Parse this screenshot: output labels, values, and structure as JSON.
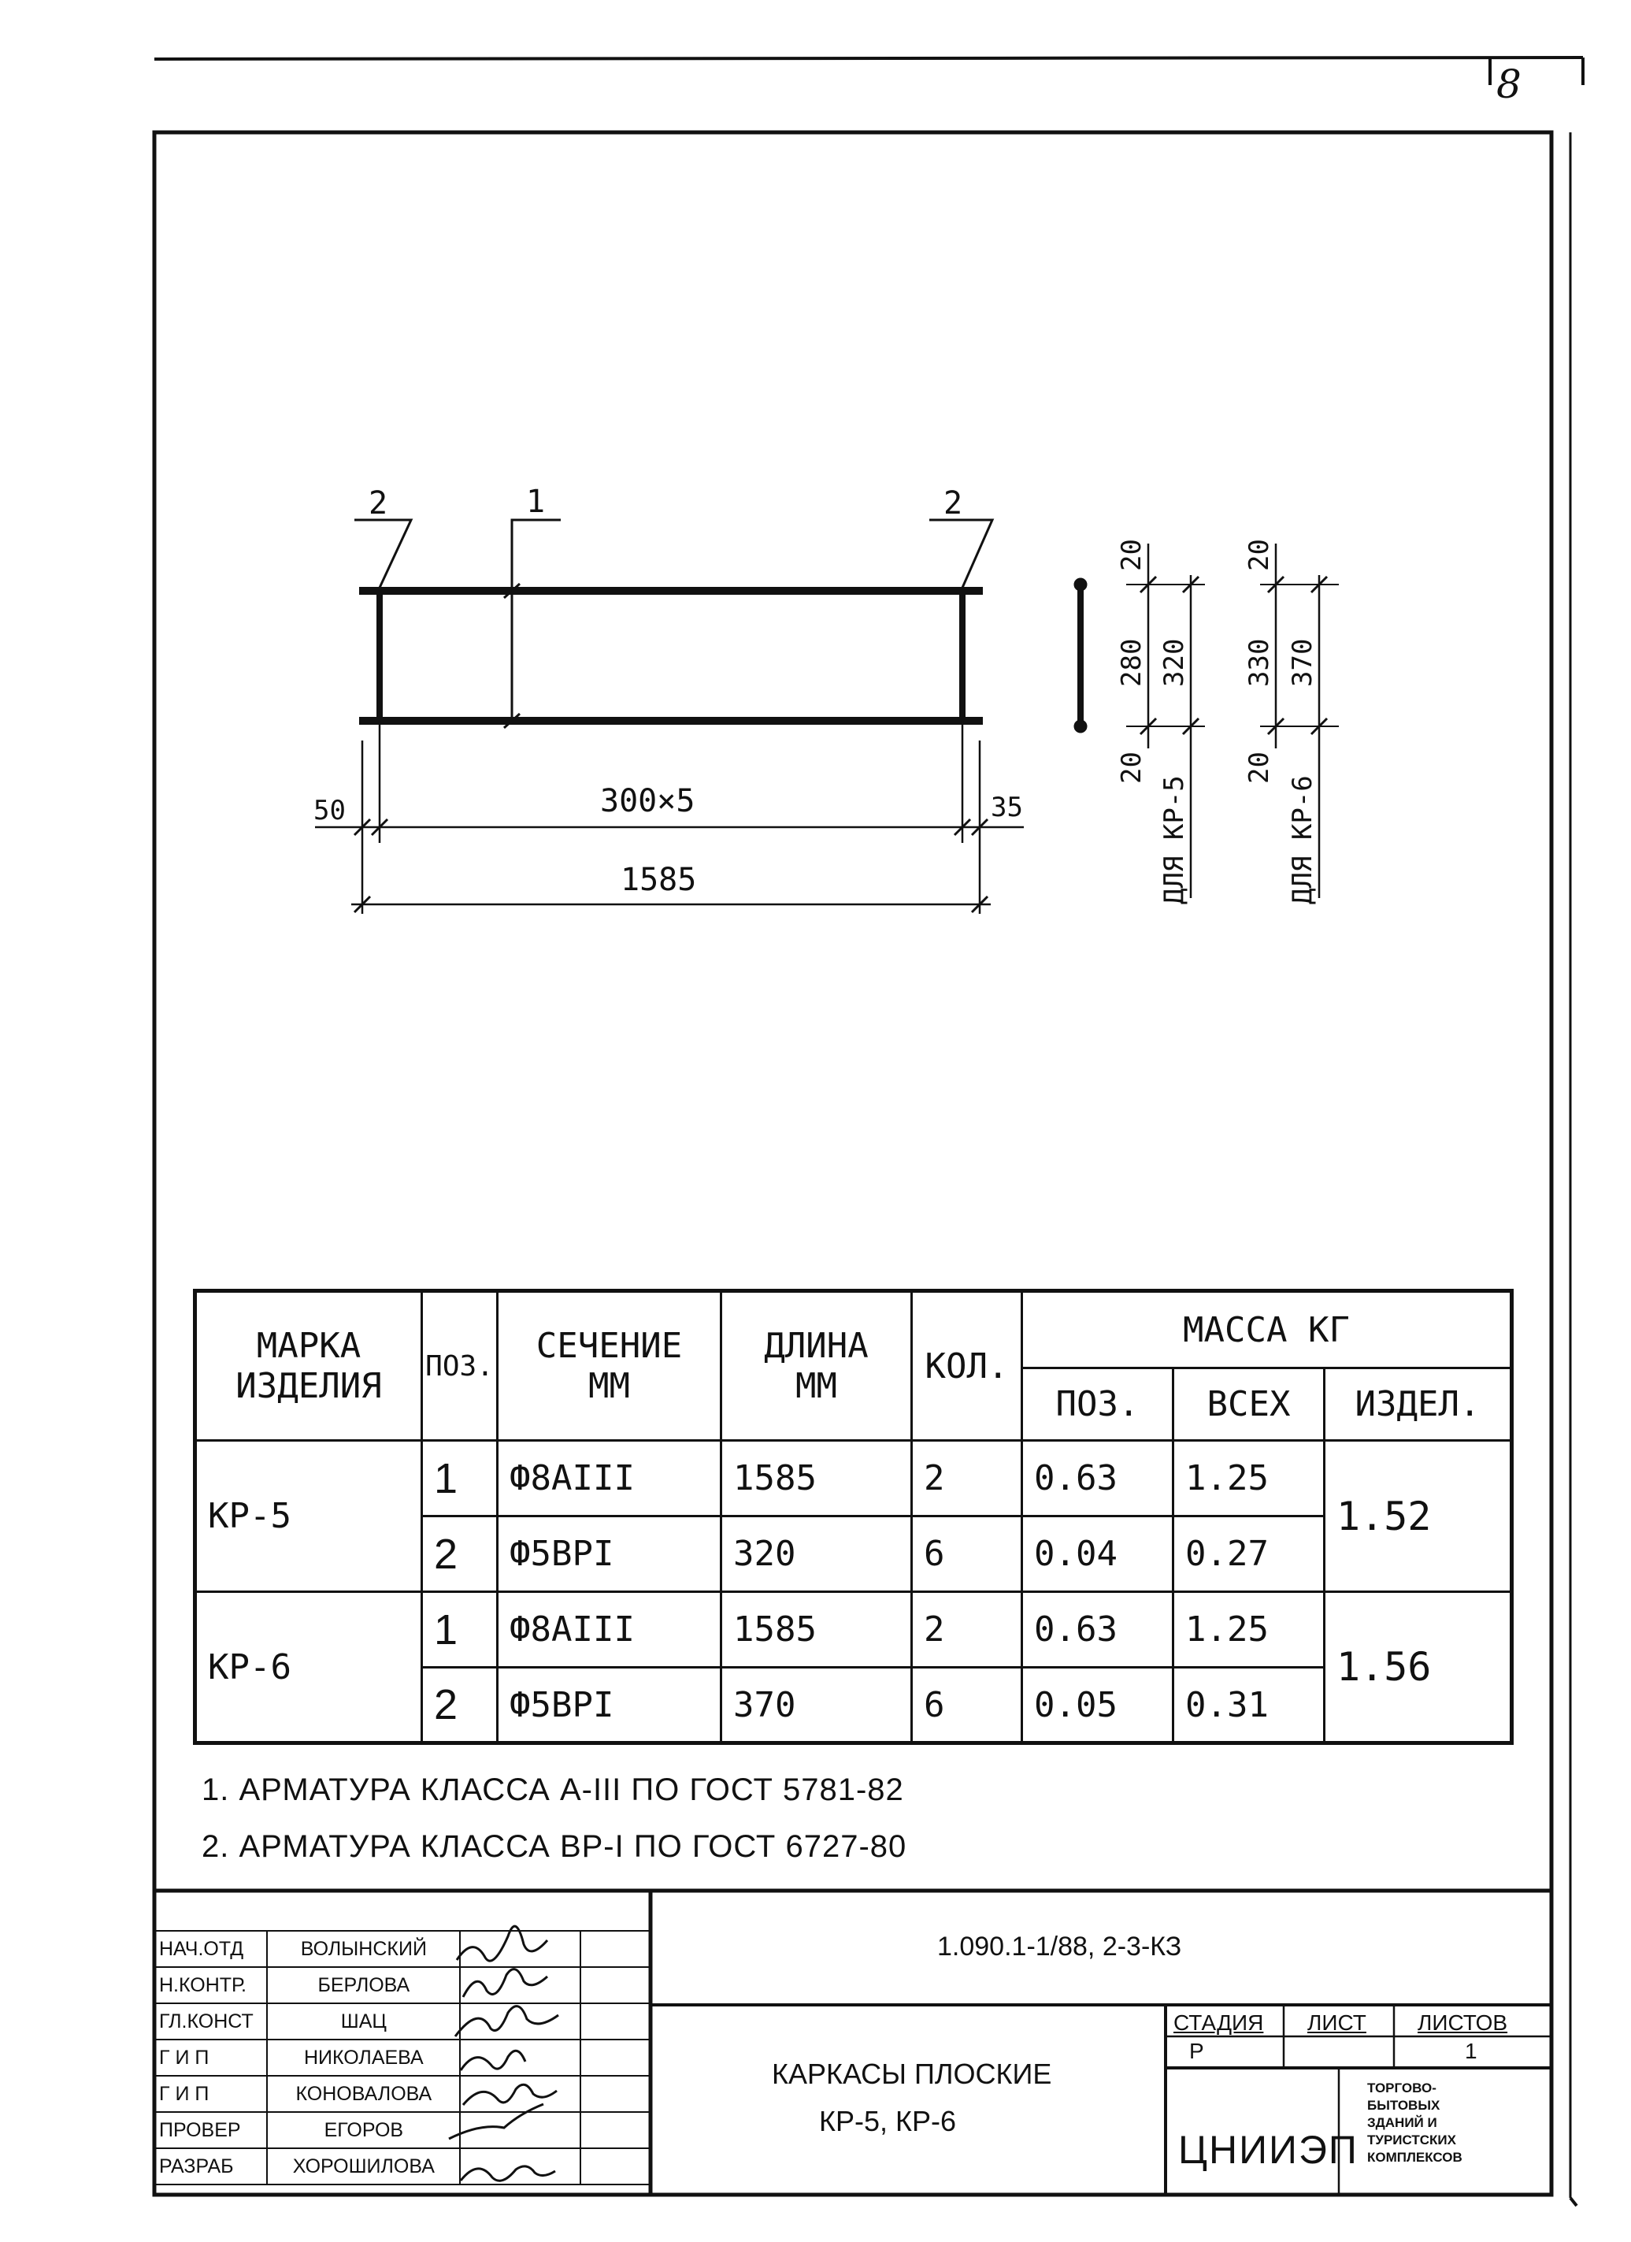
{
  "sheet": {
    "number": "8"
  },
  "drawing": {
    "callouts": [
      "2",
      "1",
      "2"
    ],
    "dims_horizontal": {
      "left": "50",
      "middle": "300×5",
      "right": "35",
      "total": "1585"
    },
    "dims_kp5": {
      "top": "20",
      "middle": "280",
      "overall": "320",
      "bottom": "20",
      "label": "ДЛЯ КР-5"
    },
    "dims_kp6": {
      "top": "20",
      "middle": "330",
      "overall": "370",
      "bottom": "20",
      "label": "ДЛЯ КР-6"
    }
  },
  "table": {
    "headers": {
      "mark": [
        "МАРКА",
        "ИЗДЕЛИЯ"
      ],
      "pos": "ПОЗ.",
      "section": [
        "СЕЧЕНИЕ",
        "ММ"
      ],
      "length": [
        "ДЛИНА",
        "ММ"
      ],
      "qty": "КОЛ.",
      "mass": "МАССА КГ",
      "mass_pos": "ПОЗ.",
      "mass_all": "ВСЕХ",
      "mass_item": "ИЗДЕЛ."
    },
    "items": [
      {
        "mark": "КР-5",
        "item_mass": "1.52",
        "rows": [
          {
            "pos": "1",
            "section": "Ф8АIII",
            "length": "1585",
            "qty": "2",
            "mass_pos": "0.63",
            "mass_all": "1.25"
          },
          {
            "pos": "2",
            "section": "Ф5ВРI",
            "length": "320",
            "qty": "6",
            "mass_pos": "0.04",
            "mass_all": "0.27"
          }
        ]
      },
      {
        "mark": "КР-6",
        "item_mass": "1.56",
        "rows": [
          {
            "pos": "1",
            "section": "Ф8АIII",
            "length": "1585",
            "qty": "2",
            "mass_pos": "0.63",
            "mass_all": "1.25"
          },
          {
            "pos": "2",
            "section": "Ф5ВРI",
            "length": "370",
            "qty": "6",
            "mass_pos": "0.05",
            "mass_all": "0.31"
          }
        ]
      }
    ]
  },
  "notes": [
    "1. АРМАТУРА КЛАССА А-III ПО ГОСТ 5781-82",
    "2. АРМАТУРА КЛАССА ВР-I ПО ГОСТ 6727-80"
  ],
  "title_block": {
    "staff": [
      {
        "role": "НАЧ.ОТД",
        "name": "ВОЛЫНСКИЙ"
      },
      {
        "role": "Н.КОНТР.",
        "name": "БЕРЛОВА"
      },
      {
        "role": "ГЛ.КОНСТ",
        "name": "ШАЦ"
      },
      {
        "role": "Г И П",
        "name": "НИКОЛАЕВА"
      },
      {
        "role": "Г И П",
        "name": "КОНОВАЛОВА"
      },
      {
        "role": "ПРОВЕР",
        "name": "ЕГОРОВ"
      },
      {
        "role": "РАЗРАБ",
        "name": "ХОРОШИЛОВА"
      }
    ],
    "doc_code": "1.090.1-1/88, 2-3-КЗ",
    "title_line1": "КАРКАСЫ ПЛОСКИЕ",
    "title_line2": "КР-5, КР-6",
    "stage_label": "СТАДИЯ",
    "sheet_label": "ЛИСТ",
    "sheets_label": "ЛИСТОВ",
    "stage": "Р",
    "sheet": "",
    "sheets": "1",
    "org": "ЦНИИЭП",
    "org_sub": [
      "ТОРГОВО-",
      "БЫТОВЫХ",
      "ЗДАНИЙ И",
      "ТУРИСТСКИХ",
      "КОМПЛЕКСОВ"
    ]
  },
  "colors": {
    "ink": "#111111",
    "paper": "#ffffff"
  }
}
